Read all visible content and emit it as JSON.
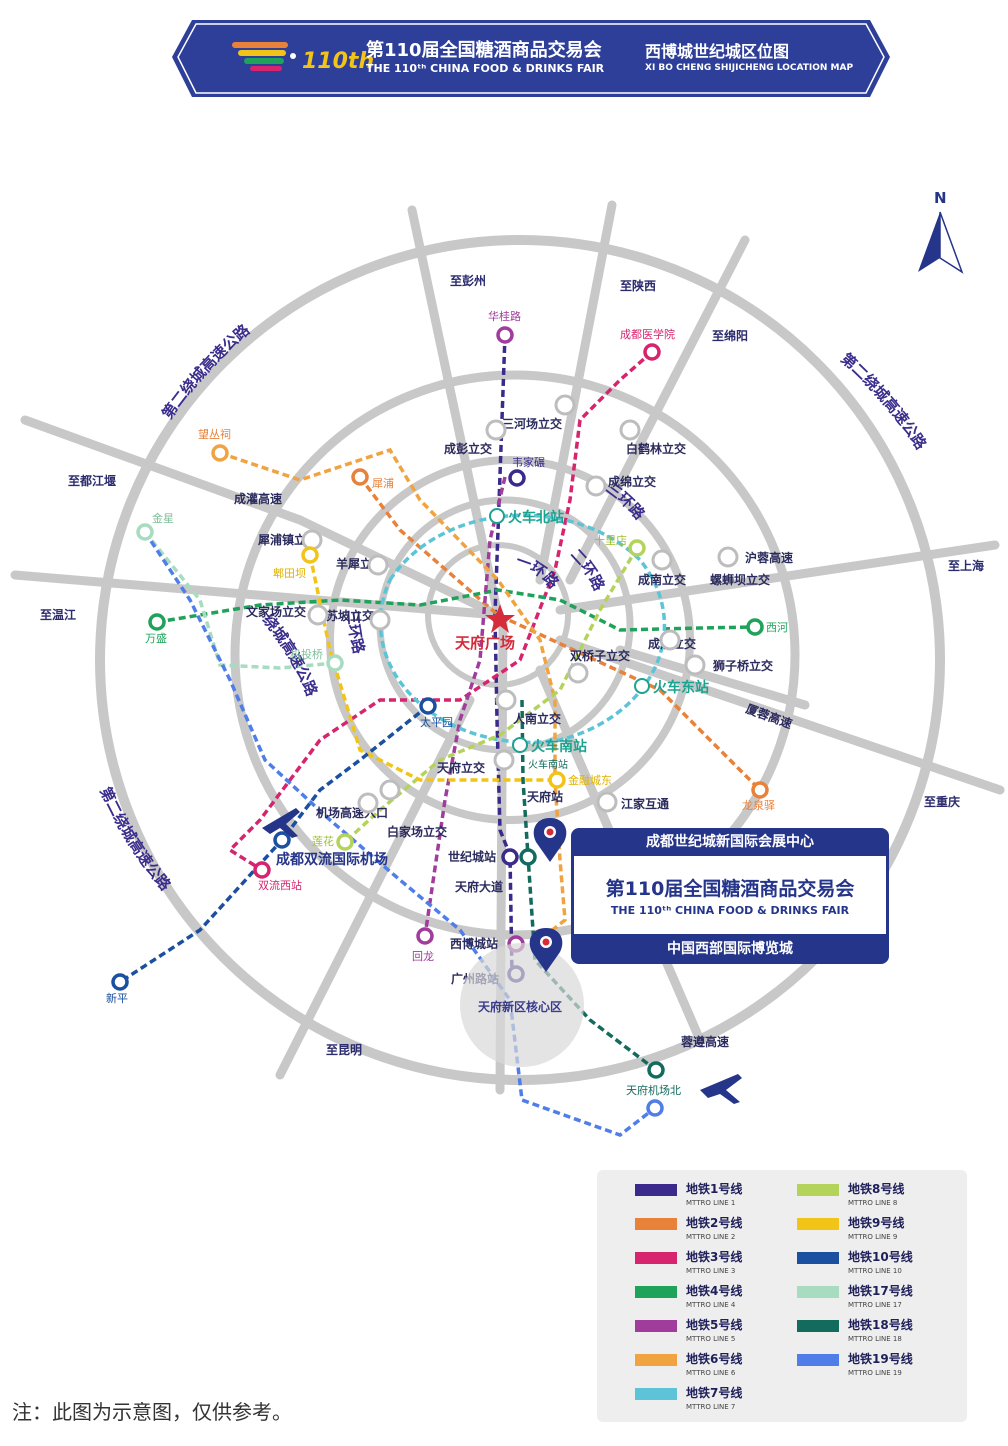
{
  "banner": {
    "title_cn": "第110届全国糖酒商品交易会",
    "title_en": "THE 110ᵗʰ CHINA FOOD & DRINKS FAIR",
    "subtitle_cn": "西博城世纪城区位图",
    "subtitle_en": "XI BO CHENG SHIJICHENG LOCATION MAP",
    "logo_text": "110th"
  },
  "compass": {
    "label": "N"
  },
  "colors": {
    "brand": "#25358a",
    "road": "#c8c8c8",
    "line1": "#3b2a8c",
    "line2": "#e8813a",
    "line3": "#d6246e",
    "line4": "#1fa35a",
    "line5": "#a03c9c",
    "line6": "#f0a340",
    "line7": "#5cc4d6",
    "line8": "#b4d35a",
    "line9": "#f2c418",
    "line10": "#1b4fa0",
    "line17": "#a8dcc0",
    "line18": "#136b5e",
    "line19": "#4f7ee8"
  },
  "ring_roads": [
    "第二绕城高速公路",
    "第二绕城高速公路",
    "第二绕城高速公路",
    "绕城高速公路",
    "三环路",
    "三环路",
    "二环路",
    "一环路"
  ],
  "directions": [
    "至彭州",
    "至陕西",
    "至绵阳",
    "至都江堰",
    "至温江",
    "至上海",
    "至重庆",
    "至昆明"
  ],
  "interchanges": [
    "三河场立交",
    "成彭立交",
    "白鹤林立交",
    "成绵立交",
    "成灌高速",
    "犀浦镇立交",
    "羊犀立交",
    "文家场立交",
    "苏坡立交",
    "成南立交",
    "沪蓉高速",
    "螺蛳坝立交",
    "成渝立交",
    "狮子桥立交",
    "双桥子立交",
    "厦蓉高速",
    "人南立交",
    "天府立交",
    "机场高速入口",
    "白家场立交",
    "江家互通",
    "天府大道",
    "蓉遵高速"
  ],
  "stations": {
    "center": "天府广场",
    "north": "火车北站",
    "east": "火车东站",
    "south": "火车南站",
    "south_small": "火车南站",
    "airport": "成都双流国际机场",
    "tianfu_airport": "天府机场北",
    "core": "天府新区核心区",
    "list": [
      "华桂路",
      "成都医学院",
      "韦家碾",
      "望丛祠",
      "犀浦",
      "金星",
      "十里店",
      "郫田坝",
      "万盛",
      "西河",
      "机投桥",
      "太平园",
      "金融城东",
      "龙泉驿",
      "天府站",
      "莲花",
      "世纪城站",
      "双流西站",
      "西博城站",
      "广州路站",
      "回龙",
      "新平"
    ]
  },
  "venue": {
    "top": "成都世纪城新国际会展中心",
    "mid_cn": "第110届全国糖酒商品交易会",
    "mid_en": "THE 110ᵗʰ CHINA FOOD & DRINKS FAIR",
    "bottom": "中国西部国际博览城"
  },
  "legend": [
    {
      "cn": "地铁1号线",
      "en": "MTTRO LINE 1",
      "color": "#3b2a8c"
    },
    {
      "cn": "地铁2号线",
      "en": "MTTRO LINE 2",
      "color": "#e8813a"
    },
    {
      "cn": "地铁3号线",
      "en": "MTTRO LINE 3",
      "color": "#d6246e"
    },
    {
      "cn": "地铁4号线",
      "en": "MTTRO LINE 4",
      "color": "#1fa35a"
    },
    {
      "cn": "地铁5号线",
      "en": "MTTRO LINE 5",
      "color": "#a03c9c"
    },
    {
      "cn": "地铁6号线",
      "en": "MTTRO LINE 6",
      "color": "#f0a340"
    },
    {
      "cn": "地铁7号线",
      "en": "MTTRO LINE 7",
      "color": "#5cc4d6"
    },
    {
      "cn": "地铁8号线",
      "en": "MTTRO LINE 8",
      "color": "#b4d35a"
    },
    {
      "cn": "地铁9号线",
      "en": "MTTRO LINE 9",
      "color": "#f2c418"
    },
    {
      "cn": "地铁10号线",
      "en": "MTTRO LINE 10",
      "color": "#1b4fa0"
    },
    {
      "cn": "地铁17号线",
      "en": "MTTRO LINE 17",
      "color": "#a8dcc0"
    },
    {
      "cn": "地铁18号线",
      "en": "MTTRO LINE 18",
      "color": "#136b5e"
    },
    {
      "cn": "地铁19号线",
      "en": "MTTRO LINE 19",
      "color": "#4f7ee8"
    }
  ],
  "note": "注：此图为示意图，仅供参考。"
}
